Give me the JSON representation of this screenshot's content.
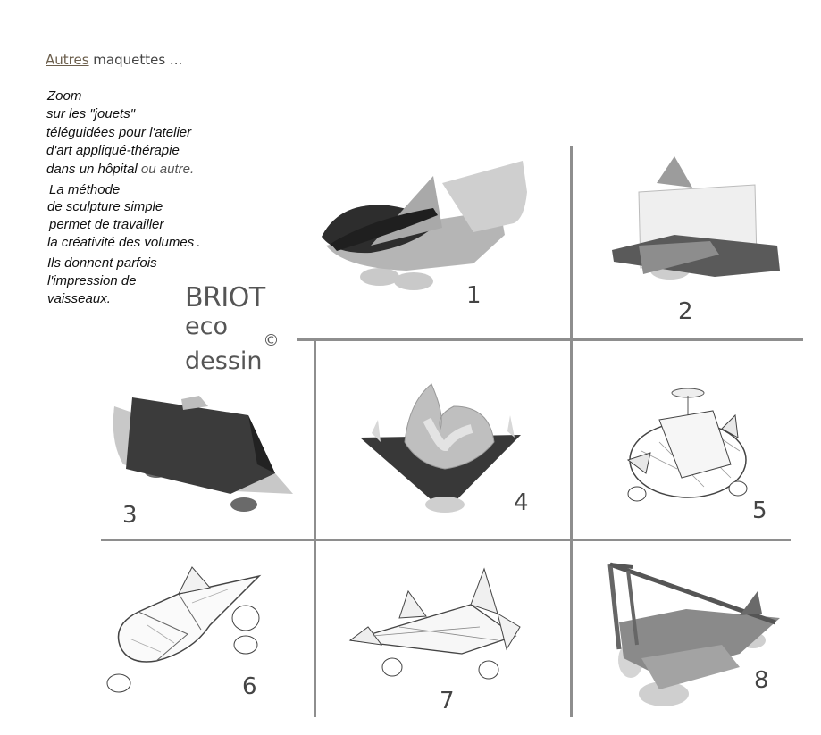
{
  "header": {
    "link_text": "Autres",
    "rest_text": " maquettes ..."
  },
  "description": {
    "line1": "Zoom",
    "line2_pre": "sur les ",
    "line2_q": "\"jouets\"",
    "line3": "téléguidées pour l'atelier",
    "line4": "d'art appliqué-thérapie",
    "line5_pre": "dans un hôpital ",
    "line5_emph": "ou autre.",
    "line6": "La méthode",
    "line7": "de sculpture  simple",
    "line8": "permet de travailler",
    "line9": "la créativité des volumes",
    "line9_dot": ".",
    "line10": "Ils donnent  parfois",
    "line11": "l'impression de",
    "line12": "vaisseaux."
  },
  "brand": {
    "line1": "BRIOT",
    "line2": "eco",
    "line3": "dessin",
    "copyright": "©"
  },
  "models": [
    {
      "number": "1",
      "icon": "rocket-car-model"
    },
    {
      "number": "2",
      "icon": "box-cart-model"
    },
    {
      "number": "3",
      "icon": "prism-vehicle-model"
    },
    {
      "number": "4",
      "icon": "heart-diamond-model"
    },
    {
      "number": "5",
      "icon": "round-platform-sketch"
    },
    {
      "number": "6",
      "icon": "jet-sketch"
    },
    {
      "number": "7",
      "icon": "paper-plane-sketch"
    },
    {
      "number": "8",
      "icon": "glider-frame-model"
    }
  ],
  "colors": {
    "grid": "#8e8e8e",
    "link": "#6b5e4c",
    "dark_panel": "#3a3a3a",
    "light_panel": "#c8c8c8"
  }
}
